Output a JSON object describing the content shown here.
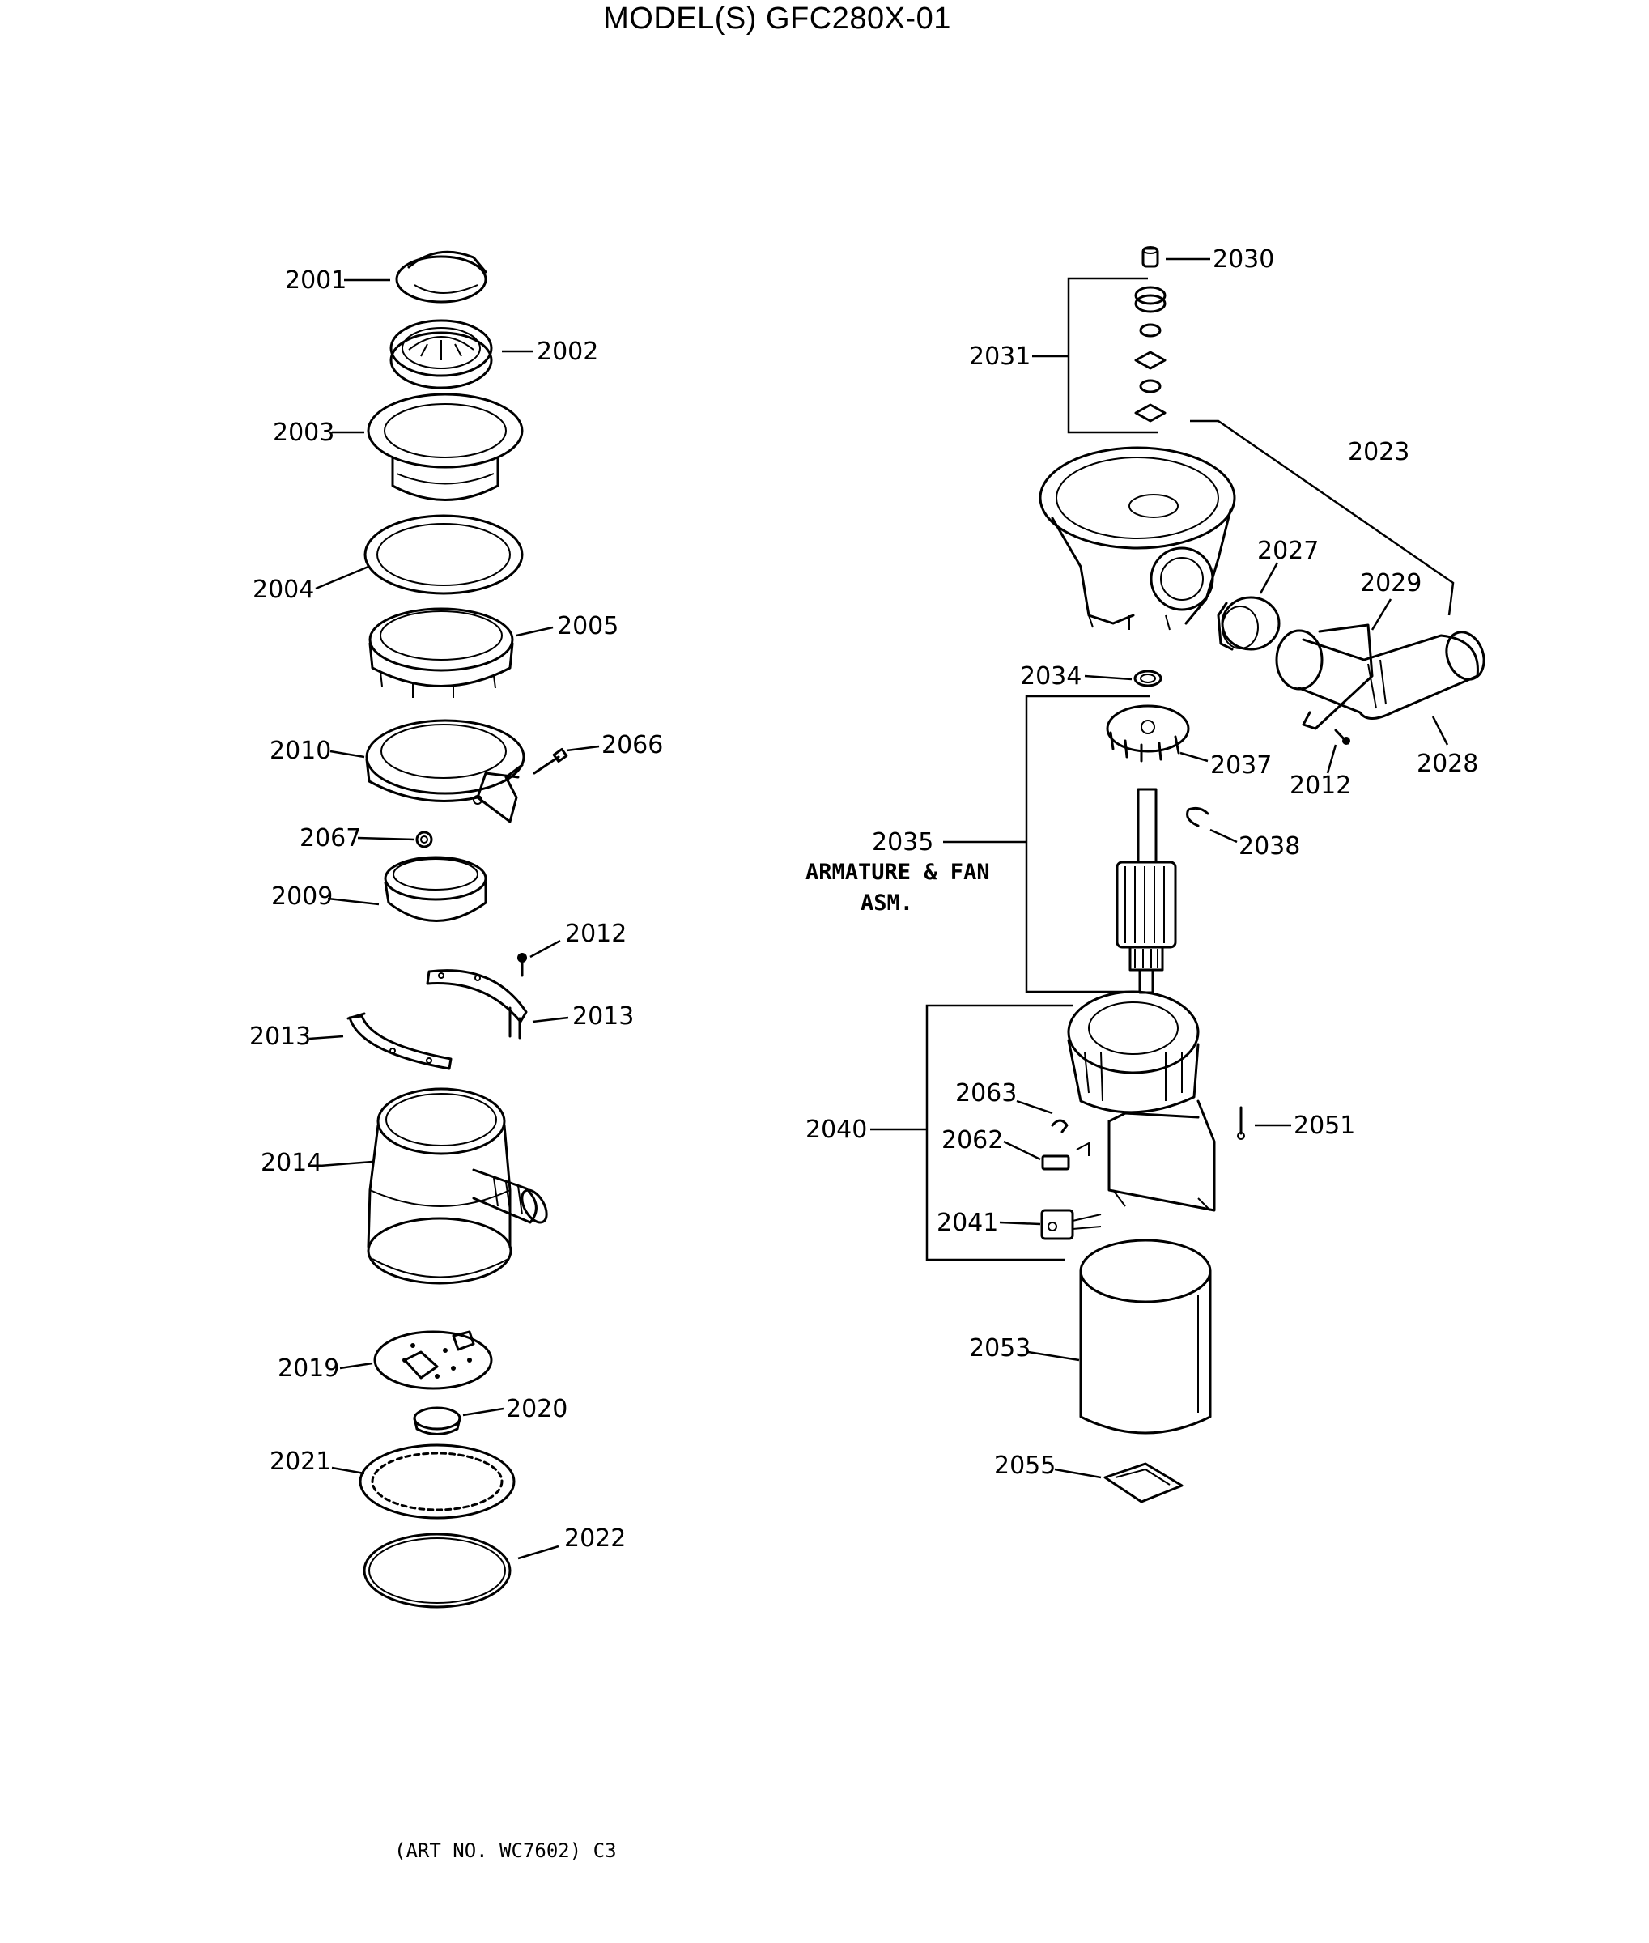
{
  "title": "MODEL(S) GFC280X-01",
  "art_number": "(ART NO. WC7602) C3",
  "callouts": {
    "p2001": "2001",
    "p2002": "2002",
    "p2003": "2003",
    "p2004": "2004",
    "p2005": "2005",
    "p2010": "2010",
    "p2066": "2066",
    "p2067": "2067",
    "p2009": "2009",
    "p2012a": "2012",
    "p2013a": "2013",
    "p2013b": "2013",
    "p2014": "2014",
    "p2019": "2019",
    "p2020": "2020",
    "p2021": "2021",
    "p2022": "2022",
    "p2030": "2030",
    "p2031": "2031",
    "p2023": "2023",
    "p2027": "2027",
    "p2029": "2029",
    "p2034": "2034",
    "p2037": "2037",
    "p2012b": "2012",
    "p2028": "2028",
    "p2035": "2035",
    "p2038": "2038",
    "p2040": "2040",
    "p2063": "2063",
    "p2062": "2062",
    "p2051": "2051",
    "p2041": "2041",
    "p2053": "2053",
    "p2055": "2055"
  },
  "descriptions": {
    "armature_line1": "ARMATURE & FAN",
    "armature_line2": "ASM."
  }
}
